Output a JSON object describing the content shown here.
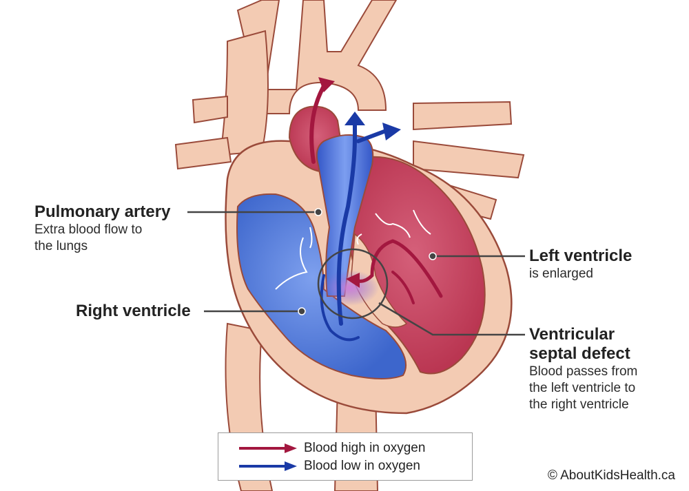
{
  "labels": {
    "pulmonary_artery": {
      "title": "Pulmonary artery",
      "sub1": "Extra blood flow to",
      "sub2": "the lungs"
    },
    "right_ventricle": {
      "title": "Right ventricle"
    },
    "left_ventricle": {
      "title": "Left ventricle",
      "sub1": "is enlarged"
    },
    "vsd": {
      "title1": "Ventricular",
      "title2": "septal defect",
      "sub1": "Blood passes from",
      "sub2": "the left ventricle to",
      "sub3": "the right ventricle"
    }
  },
  "legend": {
    "high": {
      "label": "Blood high in oxygen",
      "color": "#a3173f"
    },
    "low": {
      "label": "Blood low in oxygen",
      "color": "#1a3aa6"
    }
  },
  "copyright": "© AboutKidsHealth.ca",
  "colors": {
    "vessel": "#f3cbb3",
    "vessel_outline": "#9a4a3a",
    "oxygenated": "#c94060",
    "deoxygenated": "#4a74d6",
    "leader": "#444444"
  }
}
